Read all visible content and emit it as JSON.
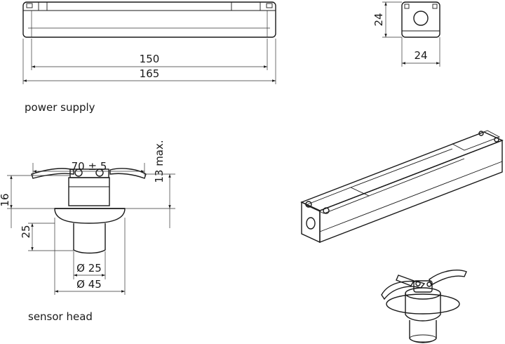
{
  "labels": {
    "power_supply_caption": "power supply",
    "sensor_head_caption": "sensor head"
  },
  "dimensions": {
    "inner_length": "150",
    "outer_length": "165",
    "height": "24",
    "width": "24",
    "bracket_span": "70 ± 5",
    "max_height": "13 max.",
    "head_height": "16",
    "body_height": "25",
    "inner_diameter": "Ø 25",
    "outer_diameter": "Ø 45"
  },
  "colors": {
    "line": "#1a1a1a",
    "shade": "#e6e6e6",
    "background": "#ffffff"
  }
}
